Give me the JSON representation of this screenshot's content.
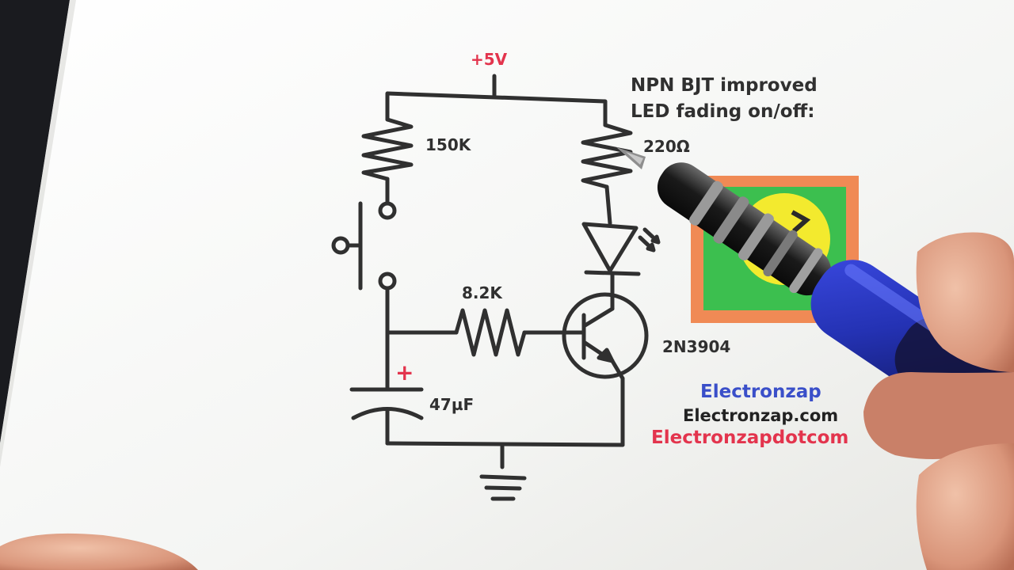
{
  "diagram": {
    "title_line1": "NPN BJT improved",
    "title_line2": "LED fading on/off:",
    "supply_label": "+5V",
    "resistors": {
      "r_top_left": "150K",
      "r_led": "220Ω",
      "r_base": "8.2K"
    },
    "capacitor_label": "47µF",
    "capacitor_polarity": "+",
    "transistor_label": "2N3904",
    "branding": {
      "name": "Electronzap",
      "site": "Electronzap.com",
      "social": "Electronzapdotcom"
    }
  },
  "colors": {
    "paper": "#f7f8f6",
    "ink": "#303030",
    "supply_red": "#e3344d",
    "brand_blue": "#3a4fc9",
    "brand_red": "#e3344d",
    "logo_orange": "#f08a55",
    "logo_green": "#3cbf4f",
    "logo_yellow": "#f3ea2e",
    "tool_blue": "#2a39c8"
  }
}
